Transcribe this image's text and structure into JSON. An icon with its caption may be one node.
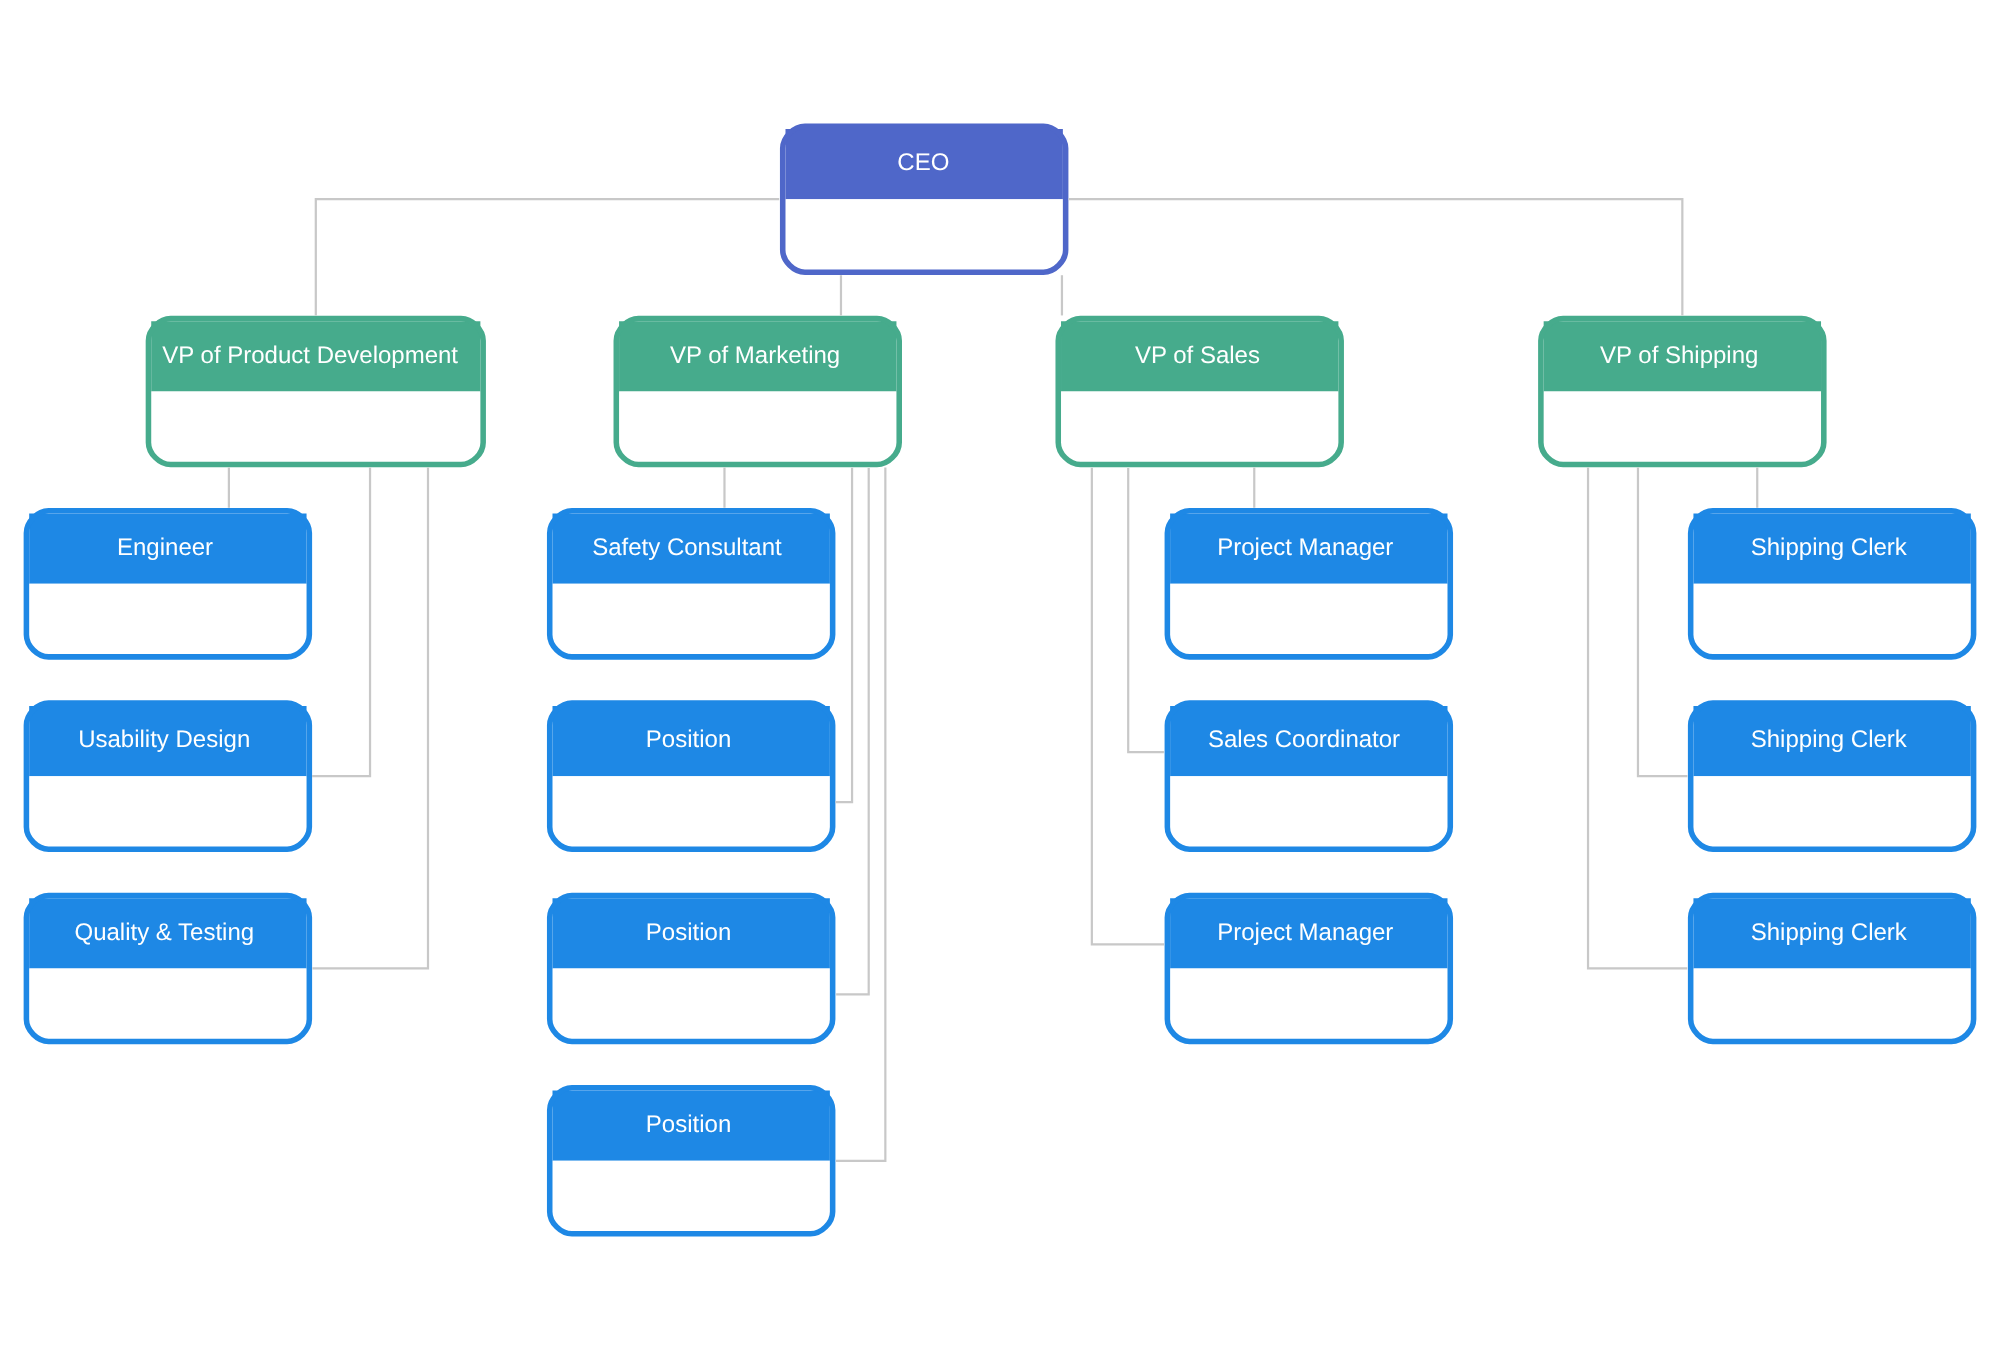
{
  "diagram": {
    "nodes": [
      {
        "text": [
          "CEO"
        ]
      },
      {
        "text": [
          "VP of Product Development"
        ]
      },
      {
        "text": [
          "VP of Marketing"
        ]
      },
      {
        "text": [
          "VP of Sales"
        ]
      },
      {
        "text": [
          "VP of Shipping"
        ]
      },
      {
        "text": [
          "Engineer"
        ]
      },
      {
        "text": [
          "Usability Design"
        ]
      },
      {
        "text": [
          "Quality & Testing"
        ]
      },
      {
        "text": [
          "Safety Consultant"
        ]
      },
      {
        "text": [
          "Position"
        ]
      },
      {
        "text": [
          "Position"
        ]
      },
      {
        "text": [
          "Position"
        ]
      },
      {
        "text": [
          "Project Manager"
        ]
      },
      {
        "text": [
          "Sales Coordinator"
        ]
      },
      {
        "text": [
          "Project Manager"
        ]
      },
      {
        "text": [
          "Shipping Clerk"
        ]
      },
      {
        "text": [
          "Shipping Clerk"
        ]
      },
      {
        "text": [
          "Shipping Clerk"
        ]
      }
    ],
    "edges": [
      {
        "from": 0,
        "to": 1,
        "arrow": "none"
      },
      {
        "from": 0,
        "to": 2,
        "arrow": "none"
      },
      {
        "from": 0,
        "to": 3,
        "arrow": "none"
      },
      {
        "from": 0,
        "to": 4,
        "arrow": "none"
      },
      {
        "from": 1,
        "to": 5,
        "arrow": "none"
      },
      {
        "from": 1,
        "to": 6,
        "arrow": "none"
      },
      {
        "from": 1,
        "to": 7,
        "arrow": "none"
      },
      {
        "from": 2,
        "to": 8,
        "arrow": "none"
      },
      {
        "from": 2,
        "to": 9,
        "arrow": "none"
      },
      {
        "from": 2,
        "to": 10,
        "arrow": "none"
      },
      {
        "from": 2,
        "to": 11,
        "arrow": "none"
      },
      {
        "from": 3,
        "to": 12,
        "arrow": "none"
      },
      {
        "from": 3,
        "to": 13,
        "arrow": "none"
      },
      {
        "from": 3,
        "to": 14,
        "arrow": "none"
      },
      {
        "from": 4,
        "to": 15,
        "arrow": "none"
      },
      {
        "from": 4,
        "to": 16,
        "arrow": "none"
      },
      {
        "from": 4,
        "to": 17,
        "arrow": "none"
      }
    ]
  }
}
